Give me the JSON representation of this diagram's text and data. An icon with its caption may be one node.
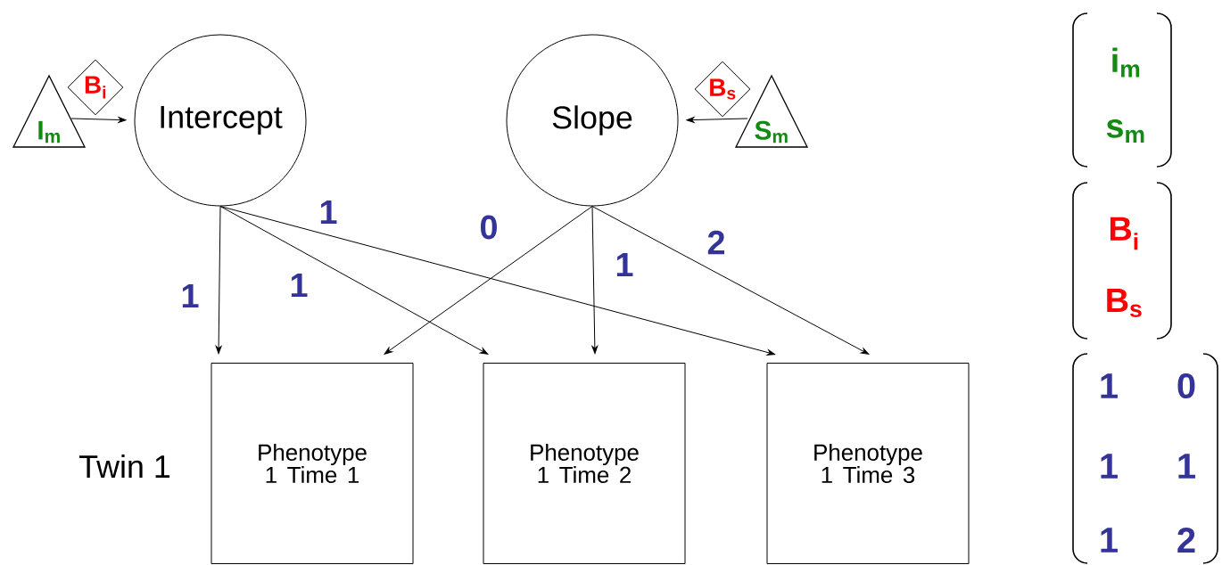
{
  "diagram": {
    "nodes": [
      {
        "text": [
          "I$_{m}$"
        ]
      },
      {
        "text": [
          "B$_{i}$"
        ]
      },
      {
        "text": [
          "Intercept"
        ]
      },
      {
        "text": [
          "Slope"
        ]
      },
      {
        "text": [
          "B$_{s}$"
        ]
      },
      {
        "text": [
          "S$_{m}$"
        ]
      },
      {
        "text": [
          "Phenotype 1 Time 1"
        ]
      },
      {
        "text": [
          "Phenotype 1 Time 2"
        ]
      },
      {
        "text": [
          "Phenotype 1 Time 3"
        ]
      }
    ],
    "edges": [
      {
        "from": 0,
        "to": 2,
        "arrow": "to"
      },
      {
        "from": 5,
        "to": 3,
        "arrow": "to"
      },
      {
        "from": 2,
        "to": 6,
        "arrow": "to",
        "label": "1"
      },
      {
        "from": 2,
        "to": 7,
        "arrow": "to",
        "label": "1"
      },
      {
        "from": 2,
        "to": 8,
        "arrow": "to",
        "label": "1"
      },
      {
        "from": 3,
        "to": 6,
        "arrow": "to",
        "label": "0"
      },
      {
        "from": 3,
        "to": 7,
        "arrow": "to",
        "label": "1"
      },
      {
        "from": 3,
        "to": 8,
        "arrow": "to",
        "label": "2"
      }
    ],
    "labels": [
      "Twin 1",
      "i$_{m}$",
      "s$_{m}$",
      "B$_{i}$",
      "B$_{s}$",
      "1",
      "0",
      "1",
      "1",
      "1",
      "2"
    ]
  }
}
